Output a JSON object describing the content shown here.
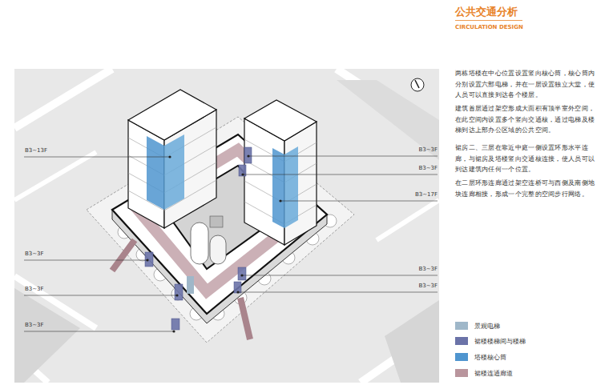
{
  "diagram": {
    "title": "公共交通分析",
    "labels": [
      "CIRCULATION DESIGN",
      "两栋塔楼在中心位置设置竖向核心筒，核心筒内分别设置六部电梯，并在一层设置独立大堂，使人员可以直接到达各个楼层。",
      "建筑首层通过架空形成大面积有顶半室外空间，在此空间内设置多个竖向交通核，通过电梯及楼梯到达上部办公区域的公共空间。",
      "裙房二、三层在靠近中庭一侧设置环形水平连廊，与裙房及塔楼竖向交通核连接，使人员可以到达建筑内任何一个位置。",
      "在二层环形连廊通过架空连桥可与西侧及南侧地块连廊相接，形成一个完整的空间步行网络。",
      "B3~13F",
      "B3~3F",
      "B3~3F",
      "B3~3F",
      "B3~3F",
      "B3~3F",
      "B3~17F",
      "B3~3F",
      "B3~3F"
    ],
    "legend": [
      {
        "text": "景观电梯",
        "color": "#9fb7c9"
      },
      {
        "text": "裙楼楼梯间与楼梯",
        "color": "#6b73a8"
      },
      {
        "text": "塔楼核心筒",
        "color": "#4f95cf"
      },
      {
        "text": "裙楼连通廊道",
        "color": "#b9959d"
      }
    ]
  }
}
